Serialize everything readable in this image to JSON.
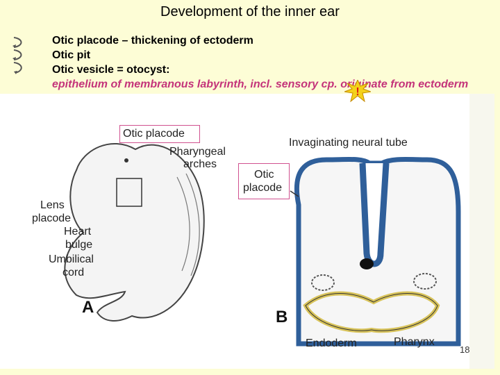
{
  "slide": {
    "title": "Development of the inner ear",
    "bullets": [
      "Otic placode  – thickening of ectoderm",
      "Otic pit",
      "Otic vesicle = otocyst:"
    ],
    "note": "epithelium of membranous labyrinth, incl. sensory cp.  originate from ectoderm",
    "page_number": "18"
  },
  "figure": {
    "panel_a": {
      "letter": "A",
      "labels": {
        "otic_placode": "Otic placode",
        "pharyngeal_arches_1": "Pharyngeal",
        "pharyngeal_arches_2": "arches",
        "lens_placode_1": "Lens",
        "lens_placode_2": "placode",
        "heart_bulge_1": "Heart",
        "heart_bulge_2": "bulge",
        "umbilical_cord_1": "Umbilical",
        "umbilical_cord_2": "cord"
      }
    },
    "panel_b": {
      "letter": "B",
      "labels": {
        "invaginating_neural_tube": "Invaginating neural tube",
        "otic_placode_1": "Otic",
        "otic_placode_2": "placode",
        "endoderm": "Endoderm",
        "pharynx": "Pharynx"
      }
    }
  },
  "colors": {
    "background": "#fdfdd6",
    "highlight": "#c4337a",
    "ectoderm_blue": "#2f5f9a",
    "endoderm_yellow": "#d8c35a"
  },
  "icons": [
    "curved-arrows-icon",
    "warning-burst-icon"
  ]
}
